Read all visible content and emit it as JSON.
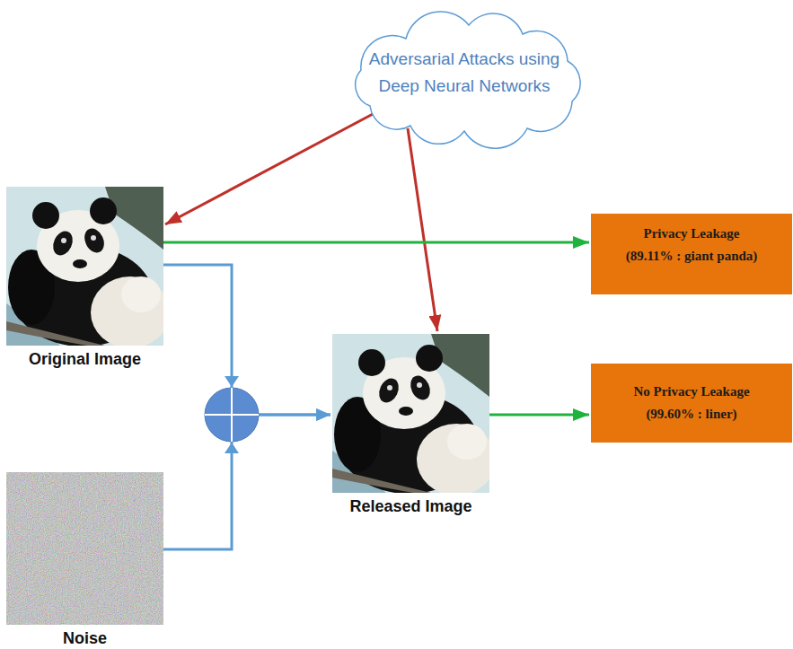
{
  "diagram": {
    "nodes": [
      {
        "text": [
          "Adversarial Attacks using Deep Neural Networks"
        ]
      },
      {
        "text": [
          "Original Image"
        ]
      },
      {
        "text": [
          "Privacy Leakage",
          "(89.11% : giant panda)"
        ]
      },
      {
        "text": [
          "Released Image"
        ]
      },
      {
        "text": [
          "No Privacy Leakage",
          "(99.60% : liner)"
        ]
      },
      {
        "text": [
          "Noise"
        ]
      }
    ],
    "edges": [
      {
        "from": 0,
        "to": 1,
        "arrow": "to"
      },
      {
        "from": 0,
        "to": 3,
        "arrow": "to"
      },
      {
        "from": 1,
        "to": 2,
        "arrow": "to"
      },
      {
        "from": 3,
        "to": 4,
        "arrow": "to"
      },
      {
        "from": 1,
        "to": 3,
        "arrow": "to"
      },
      {
        "from": 5,
        "to": 3,
        "arrow": "to"
      }
    ]
  }
}
